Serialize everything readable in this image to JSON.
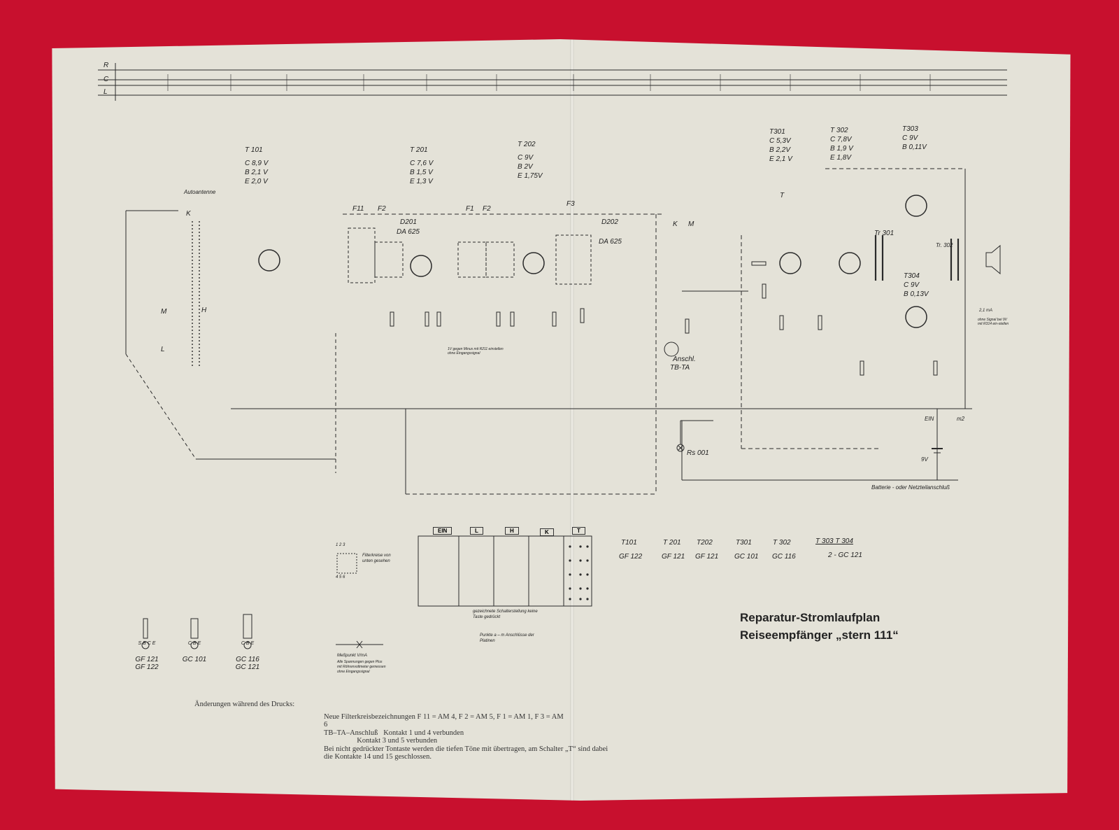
{
  "ruler": {
    "rows": [
      "R",
      "C",
      "L"
    ]
  },
  "transistor_voltages": [
    {
      "name": "T 101",
      "lines": [
        "C 8,9 V",
        "B 2,1 V",
        "E 2,0 V"
      ]
    },
    {
      "name": "T 201",
      "lines": [
        "C 7,6 V",
        "B 1,5 V",
        "E 1,3 V"
      ]
    },
    {
      "name": "T 202",
      "lines": [
        "C 9V",
        "B 2V",
        "E 1,75V"
      ]
    },
    {
      "name": "T301",
      "lines": [
        "C 5,3V",
        "B 2,2V",
        "E 2,1 V"
      ]
    },
    {
      "name": "T 302",
      "lines": [
        "C 7,8V",
        "B 1,9 V",
        "E 1,8V"
      ]
    },
    {
      "name": "T303",
      "lines": [
        "C 9V",
        "B 0,11V"
      ]
    },
    {
      "name": "T304",
      "lines": [
        "C 9V",
        "B 0,13V"
      ]
    }
  ],
  "labels": {
    "autoantenne": "Autoantenne",
    "f11": "F11",
    "f2a": "F2",
    "f1": "F1",
    "f2b": "F2",
    "f3": "F3",
    "d201": "D201",
    "da625a": "DA 625",
    "d202": "D202",
    "da625b": "DA 625",
    "tr301": "Tr 301",
    "tr302": "Tr. 302",
    "anschl": "Anschl.",
    "tbta": "TB-TA",
    "rs001": "Rs 001",
    "ein": "EIN",
    "m2": "m2",
    "nine_v": "9V",
    "battery": "Batterie - oder Netzteilanschluß",
    "k1": "K",
    "m1": "M",
    "l1": "L",
    "h1": "H",
    "k_top": "K",
    "m_top": "M",
    "t_top": "T",
    "ma": "2,1 mA",
    "signal_note": "ohne Signal bei 9V mit R314 ein-stellen",
    "minus_note": "1V gegen Minus mit R211 einstellen ohne Eingangssignal"
  },
  "switch_headers": [
    "EIN",
    "L",
    "H",
    "K",
    "T"
  ],
  "switch_notes": [
    "gezeichnete Schalterstellung keine Taste gedrückt",
    "Punkte a – m Anschlüsse der Platinen"
  ],
  "filter_note": "Filterkreise von unten gesehen",
  "filter_pins_top": "1 2 3",
  "filter_pins_bottom": "4 5 6",
  "measure_note": {
    "label": "Meßpunkt V/mA",
    "lines": [
      "Alle Spannungen gegen Plus",
      "mit Röhrenvoltmeter gemessen",
      "ohne Eingangssignal"
    ]
  },
  "transistor_types": [
    {
      "name": "T101",
      "type": "GF 122"
    },
    {
      "name": "T 201",
      "type": "GF 121"
    },
    {
      "name": "T202",
      "type": "GF 121"
    },
    {
      "name": "T301",
      "type": "GC 101"
    },
    {
      "name": "T 302",
      "type": "GC 116"
    },
    {
      "name": "T 303      T 304",
      "type": "2 - GC 121"
    }
  ],
  "pinouts": [
    {
      "pins": "S B C E",
      "types": [
        "GF 121",
        "GF 122"
      ]
    },
    {
      "pins": "C B E",
      "types": [
        "GC 101"
      ]
    },
    {
      "pins": "C B E",
      "types": [
        "GC 116",
        "GC 121"
      ]
    }
  ],
  "title": {
    "line1": "Reparatur-Stromlaufplan",
    "line2": "Reiseempfänger „stern 111“"
  },
  "notes": {
    "heading": "Änderungen während des Drucks:",
    "lines": [
      "Neue Filterkreisbezeichnungen F 11 = AM 4, F 2 = AM 5, F 1 = AM 1, F 3 = AM 6",
      "TB–TA–Anschluß   Kontakt 1 und 4 verbunden",
      "                  Kontakt 3 und 5 verbunden",
      "Bei nicht gedrückter Tontaste werden die tiefen Töne mit übertragen, am Schalter „T“ sind dabei",
      "die Kontakte 14 und 15 geschlossen."
    ]
  }
}
